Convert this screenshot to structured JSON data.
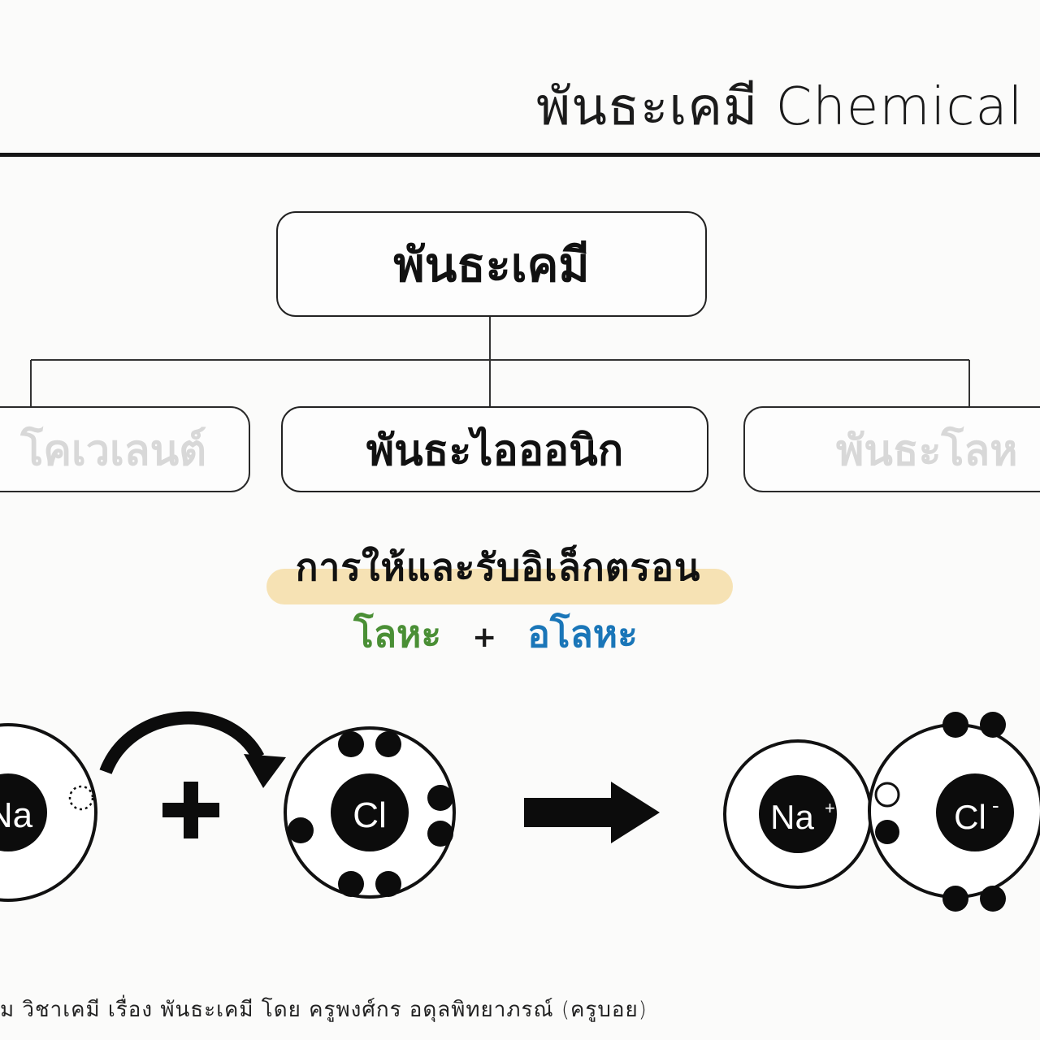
{
  "header": {
    "title": "พันธะเคมี Chemical"
  },
  "tree": {
    "root": "พันธะเคมี",
    "children": [
      "โคเวเลนต์",
      "พันธะไอออนิก",
      "พันธะโลห"
    ]
  },
  "ionic": {
    "description": "การให้และรับอิเล็กตรอน",
    "metal": "โลหะ",
    "plus": "+",
    "nonmetal": "อโลหะ",
    "colors": {
      "metal": "#4a8f35",
      "nonmetal": "#1a76b8",
      "highlight": "#f6e2b4"
    }
  },
  "reaction": {
    "na": "Na",
    "cl": "Cl",
    "na_ion": "Na",
    "na_charge": "+",
    "cl_ion": "Cl",
    "cl_charge": "-"
  },
  "footer": {
    "text": "ม  วิชาเคมี  เรื่อง  พันธะเคมี  โดย  ครูพงศ์กร  อดุลพิทยาภรณ์  (ครูบอย)"
  }
}
